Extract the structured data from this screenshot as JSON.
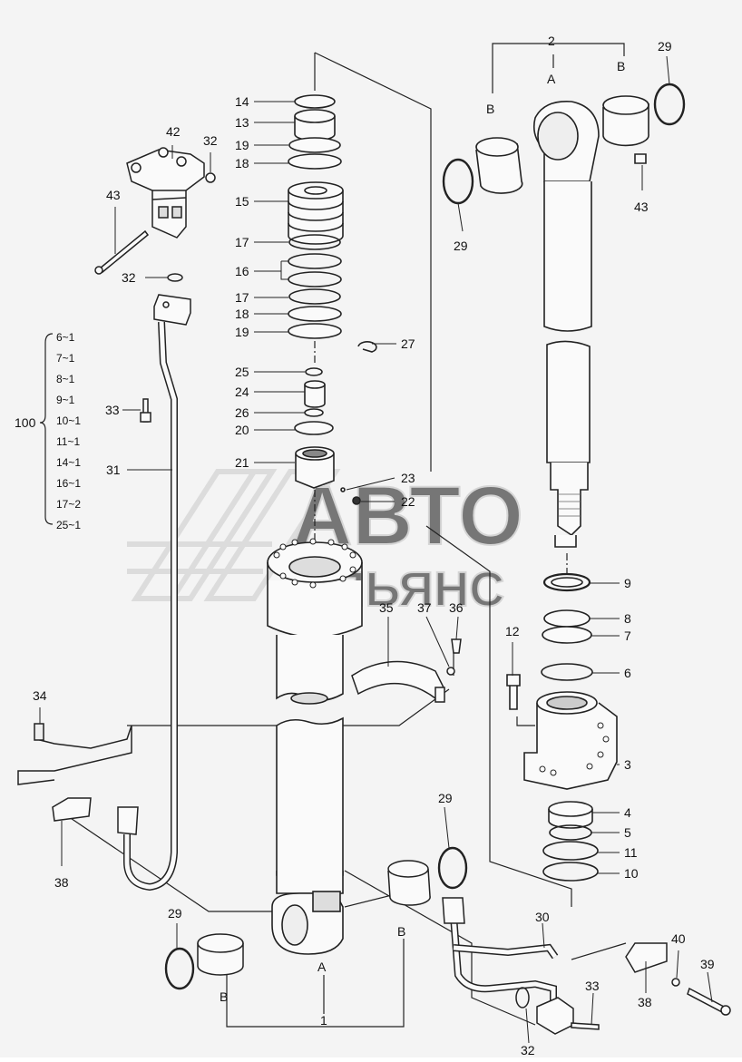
{
  "watermark": {
    "line1": "АВТО",
    "line2": "АЛЬЯНС"
  },
  "assembly": {
    "number": "100",
    "items": [
      "6~1",
      "7~1",
      "8~1",
      "9~1",
      "10~1",
      "11~1",
      "14~1",
      "16~1",
      "17~2",
      "25~1"
    ]
  },
  "callouts": {
    "c1": "1",
    "c2": "2",
    "c3": "3",
    "c4": "4",
    "c5": "5",
    "c6": "6",
    "c7": "7",
    "c8": "8",
    "c9": "9",
    "c10": "10",
    "c11": "11",
    "c12": "12",
    "c13": "13",
    "c14": "14",
    "c15": "15",
    "c16": "16",
    "c17a": "17",
    "c17b": "17",
    "c18a": "18",
    "c18b": "18",
    "c19a": "19",
    "c19b": "19",
    "c20": "20",
    "c21": "21",
    "c22": "22",
    "c23": "23",
    "c24": "24",
    "c25": "25",
    "c26": "26",
    "c27": "27",
    "c29a": "29",
    "c29b": "29",
    "c29c": "29",
    "c29d": "29",
    "c30": "30",
    "c31": "31",
    "c32a": "32",
    "c32b": "32",
    "c32c": "32",
    "c33a": "33",
    "c33b": "33",
    "c34": "34",
    "c35": "35",
    "c36": "36",
    "c37": "37",
    "c38a": "38",
    "c38b": "38",
    "c39": "39",
    "c40": "40",
    "c42": "42",
    "c43a": "43",
    "c43b": "43",
    "A1": "A",
    "A2": "A",
    "B1": "B",
    "B2": "B",
    "B3": "B",
    "B4": "B"
  }
}
